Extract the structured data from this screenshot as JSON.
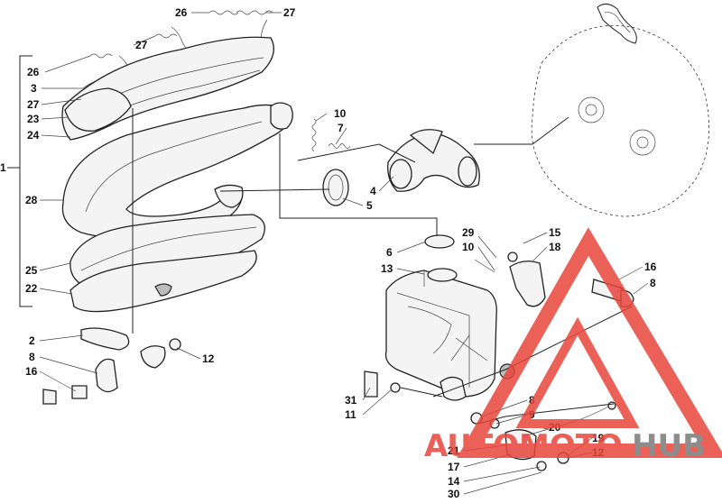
{
  "callouts": [
    {
      "n": "26"
    },
    {
      "n": "27"
    },
    {
      "n": "27"
    },
    {
      "n": "26"
    },
    {
      "n": "3"
    },
    {
      "n": "27"
    },
    {
      "n": "23"
    },
    {
      "n": "24"
    },
    {
      "n": "1"
    },
    {
      "n": "28"
    },
    {
      "n": "25"
    },
    {
      "n": "22"
    },
    {
      "n": "10"
    },
    {
      "n": "7"
    },
    {
      "n": "4"
    },
    {
      "n": "5"
    },
    {
      "n": "6"
    },
    {
      "n": "13"
    },
    {
      "n": "29"
    },
    {
      "n": "10"
    },
    {
      "n": "15"
    },
    {
      "n": "18"
    },
    {
      "n": "16"
    },
    {
      "n": "8"
    },
    {
      "n": "2"
    },
    {
      "n": "8"
    },
    {
      "n": "16"
    },
    {
      "n": "12"
    },
    {
      "n": "31"
    },
    {
      "n": "11"
    },
    {
      "n": "8"
    },
    {
      "n": "9"
    },
    {
      "n": "20"
    },
    {
      "n": "19"
    },
    {
      "n": "12"
    },
    {
      "n": "21"
    },
    {
      "n": "17"
    },
    {
      "n": "14"
    },
    {
      "n": "30"
    }
  ],
  "watermark": {
    "brand_a": "AUTOMOTO",
    "brand_b": "HUB",
    "color_red": "#e8463c",
    "color_grey": "#7a7a7a"
  }
}
